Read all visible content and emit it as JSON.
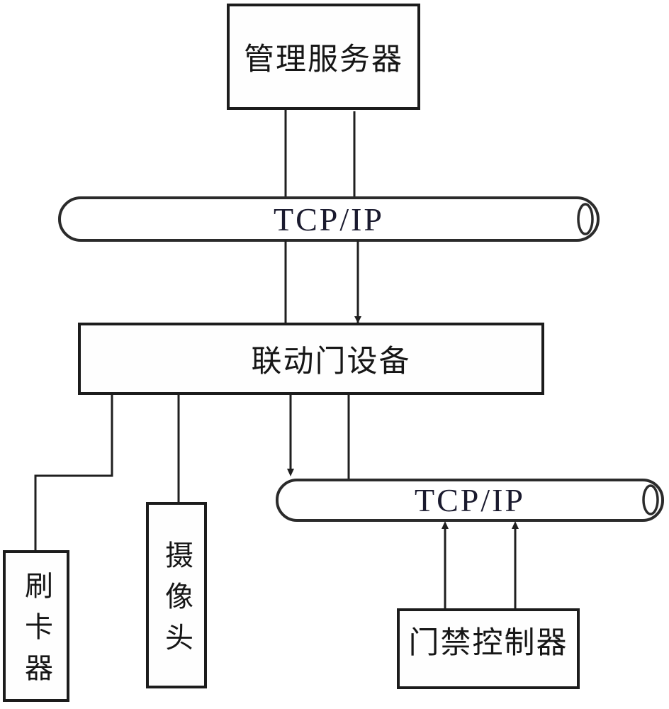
{
  "diagram": {
    "nodes": {
      "management_server": {
        "label": "管理服务器"
      },
      "bus_top": {
        "label": "TCP/IP"
      },
      "linkage_door_device": {
        "label": "联动门设备"
      },
      "card_reader": {
        "label": "刷卡器"
      },
      "camera": {
        "label": "摄像头"
      },
      "bus_bottom": {
        "label": "TCP/IP"
      },
      "access_controller": {
        "label": "门禁控制器"
      }
    },
    "colors": {
      "line_stroke": "#1f1f1f",
      "box_border": "#1c1c1c",
      "background": "#ffffff",
      "label_text": "#161616",
      "bus_text": "#1a1a2e"
    }
  }
}
